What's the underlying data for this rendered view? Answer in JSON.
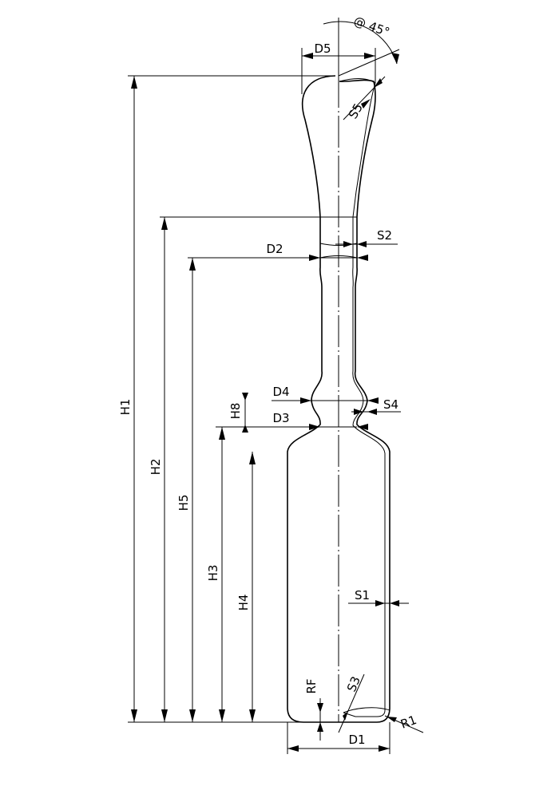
{
  "labels": {
    "angle": "@ 45°",
    "d5": "D5",
    "s5": "S5",
    "s2": "S2",
    "d2": "D2",
    "d4": "D4",
    "s4": "S4",
    "h8": "H8",
    "d3": "D3",
    "h1": "H1",
    "h2": "H2",
    "h5": "H5",
    "h3": "H3",
    "h4": "H4",
    "s1": "S1",
    "rf": "RF",
    "s3": "S3",
    "r1": "R1",
    "d1": "D1"
  }
}
